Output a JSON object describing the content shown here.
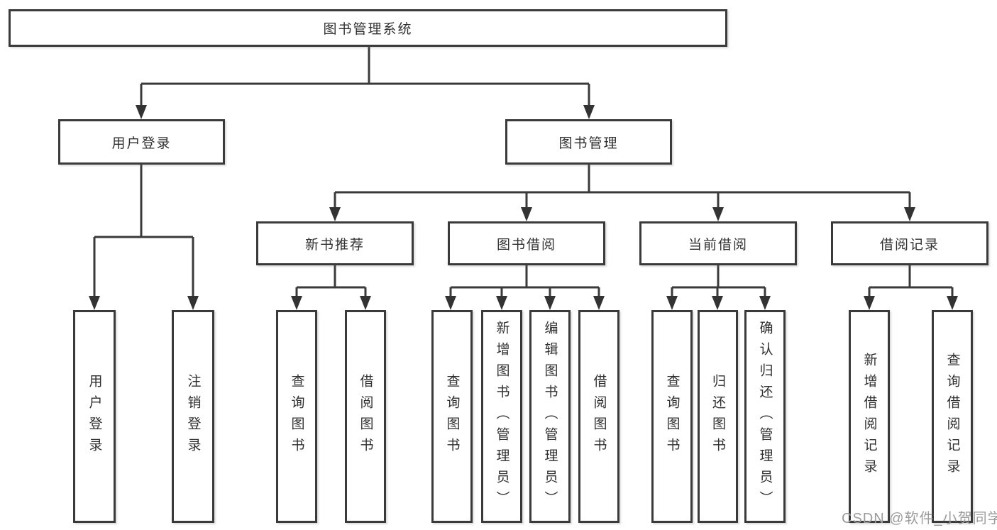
{
  "diagram": {
    "title": "图书管理系统",
    "branches": [
      {
        "label": "用户登录",
        "children": [
          {
            "label": "用户登录"
          },
          {
            "label": "注销登录"
          }
        ]
      },
      {
        "label": "图书管理",
        "children": [
          {
            "label": "新书推荐",
            "children": [
              {
                "label": "查询图书"
              },
              {
                "label": "借阅图书"
              }
            ]
          },
          {
            "label": "图书借阅",
            "children": [
              {
                "label": "查询图书"
              },
              {
                "label": "新增图书（管理员）"
              },
              {
                "label": "编辑图书（管理员）"
              },
              {
                "label": "借阅图书"
              }
            ]
          },
          {
            "label": "当前借阅",
            "children": [
              {
                "label": "查询图书"
              },
              {
                "label": "归还图书"
              },
              {
                "label": "确认归还（管理员）"
              }
            ]
          },
          {
            "label": "借阅记录",
            "children": [
              {
                "label": "新增借阅记录"
              },
              {
                "label": "查询借阅记录"
              }
            ]
          }
        ]
      }
    ]
  },
  "watermark": {
    "text": "CSDN @软件_小贺同学"
  },
  "colors": {
    "line": "#3a3a3a",
    "text": "#303030",
    "watermark": "#9c9c9c",
    "background": "#ffffff"
  }
}
